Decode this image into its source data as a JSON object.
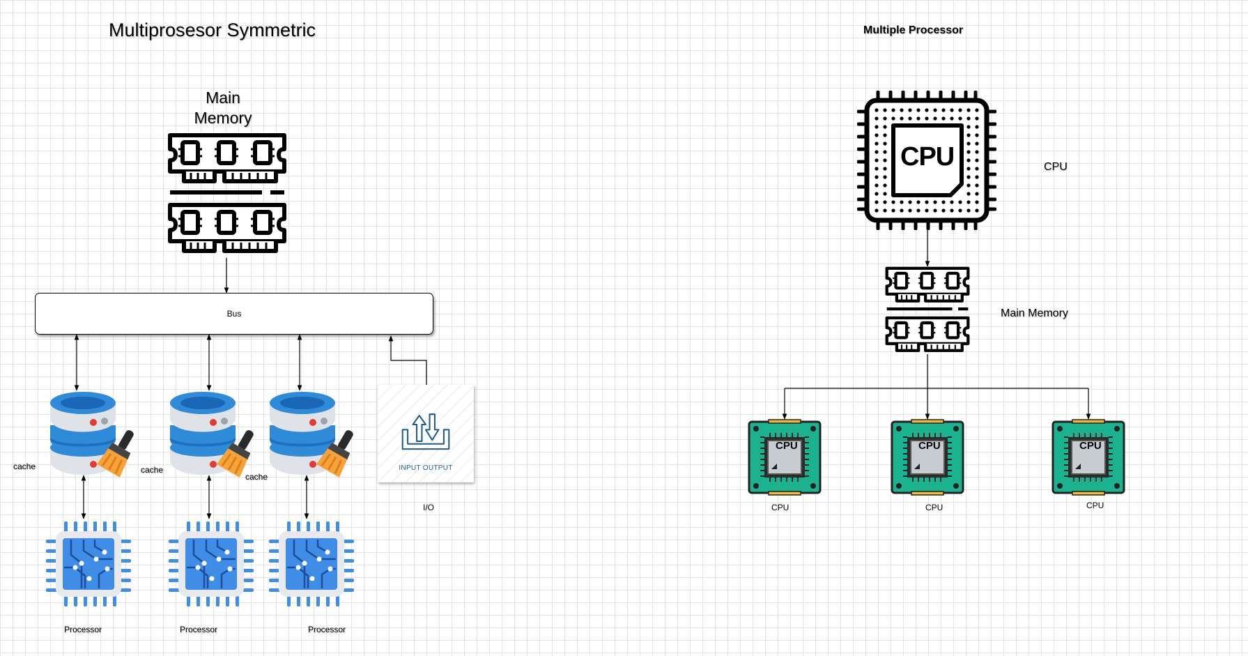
{
  "left_diagram": {
    "title": "Multiprosesor Symmetric",
    "memory_label_line1": "Main",
    "memory_label_line2": "Memory",
    "bus_label": "Bus",
    "cache_labels": [
      "cache",
      "cache",
      "cache"
    ],
    "processor_labels": [
      "Processor",
      "Processor",
      "Processor"
    ],
    "io_label": "I/O",
    "io_icon_text": "INPUT OUTPUT"
  },
  "right_diagram": {
    "title": "Multiple Processor",
    "cpu_label": "CPU",
    "cpu_icon_text": "CPU",
    "memory_label": "Main Memory",
    "cpu_child_labels": [
      "CPU",
      "CPU",
      "CPU"
    ],
    "cpu_chip_text": "CPU"
  },
  "colors": {
    "grid": "#e4e4e4",
    "db_blue": "#2f8bd8",
    "db_gray": "#dfe3e8",
    "brush_orange": "#f7a23b",
    "chip_blue": "#3f8de6",
    "chip_teal": "#1bb38f",
    "io_blue": "#1e5a8a"
  },
  "icons": [
    "ram-icon",
    "database-cache-icon",
    "broom-icon",
    "processor-chip-icon",
    "input-output-icon",
    "cpu-outline-icon",
    "cpu-chip-icon"
  ]
}
